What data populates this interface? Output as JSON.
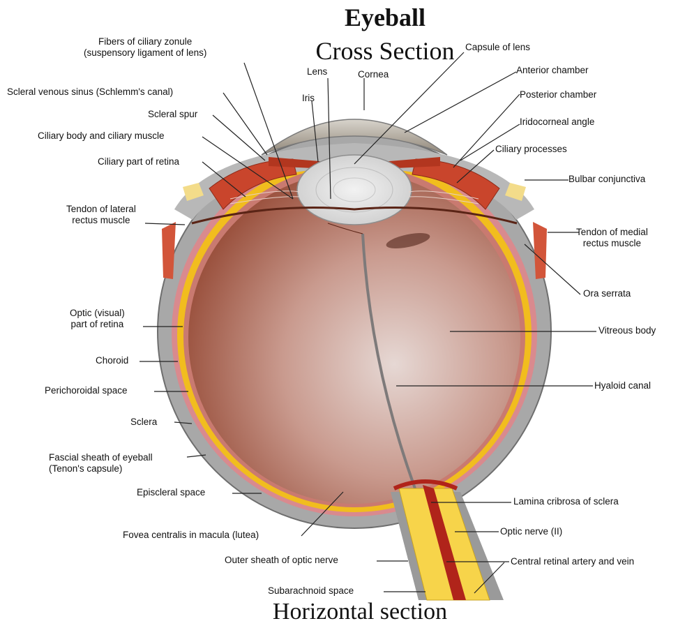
{
  "titles": {
    "main": "Eyeball",
    "sub": "Cross Section",
    "footer": "Horizontal section"
  },
  "colors": {
    "sclera": "#9e9e9e",
    "choroid_yellow": "#f1bd1e",
    "retina_pink": "#d98a8e",
    "vitreous_dark": "#8a3822",
    "vitreous_light": "#e4d4d0",
    "ciliary_red": "#c9452c",
    "lens": "#e8e8e8",
    "optic_nerve": "#f7d44a",
    "artery": "#b0241a",
    "leader": "#222222"
  },
  "labels": {
    "fibers_zonule": [
      "Fibers of ciliary zonule",
      "(suspensory ligament of lens)"
    ],
    "lens": "Lens",
    "cornea": "Cornea",
    "iris": "Iris",
    "capsule": "Capsule of lens",
    "anterior_chamber": "Anterior chamber",
    "posterior_chamber": "Posterior chamber",
    "iridocorneal": "Iridocorneal angle",
    "ciliary_processes": "Ciliary processes",
    "bulbar": "Bulbar conjunctiva",
    "tendon_medial": [
      "Tendon of medial",
      "rectus muscle"
    ],
    "ora_serrata": "Ora serrata",
    "vitreous": "Vitreous body",
    "hyaloid": "Hyaloid canal",
    "lamina": "Lamina cribrosa of sclera",
    "optic_nerve": "Optic nerve (II)",
    "central_artery": "Central retinal artery and vein",
    "subarachnoid": "Subarachnoid space",
    "outer_sheath": "Outer sheath of optic nerve",
    "fovea": "Fovea centralis in macula (lutea)",
    "episcleral": "Episcleral space",
    "fascial": [
      "Fascial sheath of eyeball",
      "(Tenon's capsule)"
    ],
    "sclera": "Sclera",
    "perichoroidal": "Perichoroidal space",
    "choroid": "Choroid",
    "optic_retina": [
      "Optic (visual)",
      "part of retina"
    ],
    "tendon_lateral": [
      "Tendon of lateral",
      "rectus muscle"
    ],
    "ciliary_retina": "Ciliary part of retina",
    "ciliary_body": "Ciliary body and ciliary muscle",
    "scleral_spur": "Scleral spur",
    "schlemm": "Scleral venous sinus (Schlemm's canal)"
  }
}
